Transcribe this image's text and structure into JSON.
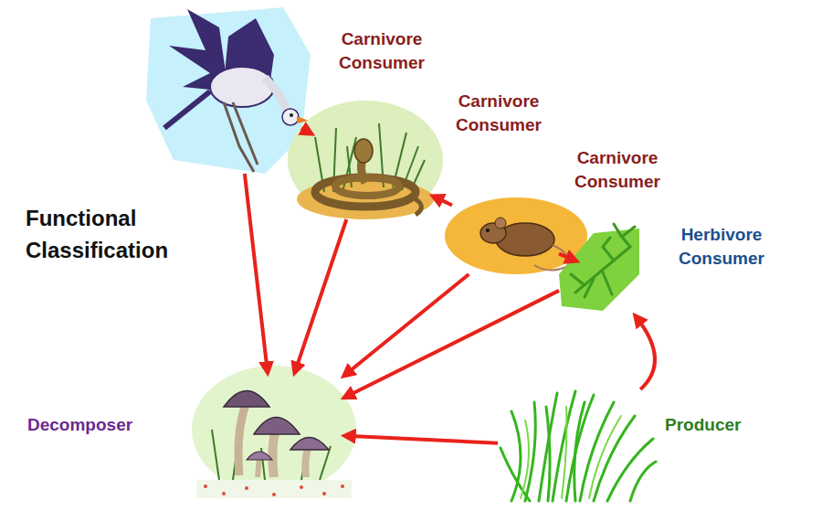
{
  "diagram": {
    "title": "Functional Classification",
    "nodes": [
      {
        "text": [
          "Carnivore Consumer"
        ]
      },
      {
        "text": [
          "Carnivore Consumer"
        ]
      },
      {
        "text": [
          "Carnivore Consumer"
        ]
      },
      {
        "text": [
          "Herbivore Consumer"
        ]
      },
      {
        "text": [
          "Decomposer"
        ]
      },
      {
        "text": [
          "Producer"
        ]
      }
    ],
    "edges": [
      {
        "from": 1,
        "to": 0,
        "arrow": "to"
      },
      {
        "from": 2,
        "to": 1,
        "arrow": "to"
      },
      {
        "from": 3,
        "to": 2,
        "arrow": "to"
      },
      {
        "from": 5,
        "to": 3,
        "arrow": "to"
      },
      {
        "from": 0,
        "to": 4,
        "arrow": "to"
      },
      {
        "from": 1,
        "to": 4,
        "arrow": "to"
      },
      {
        "from": 2,
        "to": 4,
        "arrow": "to"
      },
      {
        "from": 3,
        "to": 4,
        "arrow": "to"
      },
      {
        "from": 5,
        "to": 4,
        "arrow": "to"
      }
    ]
  }
}
